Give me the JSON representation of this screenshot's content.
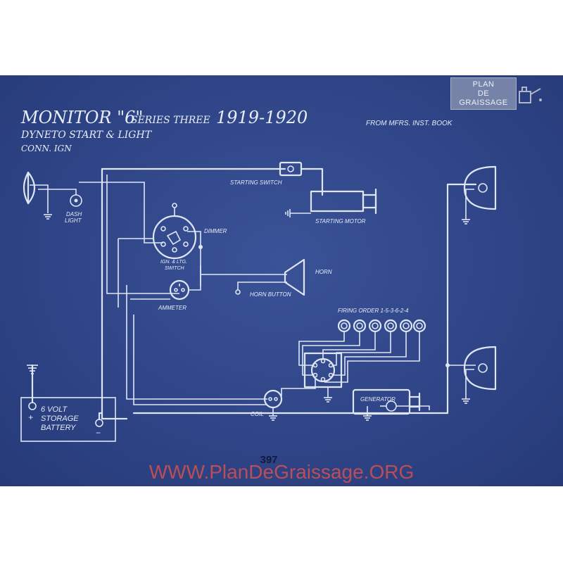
{
  "header": {
    "model": "MONITOR \"6\"",
    "series": "SERIES THREE",
    "years": "1919-1920",
    "system": "DYNETO START & LIGHT",
    "ignition": "CONN. IGN",
    "source": "FROM MFRS. INST. BOOK"
  },
  "labels": {
    "dash_light": "DASH",
    "dash_light_2": "LIGHT",
    "starting_switch": "STARTING SWITCH",
    "starting_motor": "STARTING MOTOR",
    "dimmer": "DIMMER",
    "ign_switch": "IGN. & LTG.",
    "ign_switch_2": "SWITCH",
    "horn": "HORN",
    "horn_button": "HORN BUTTON",
    "ammeter": "AMMETER",
    "firing_order": "FIRING ORDER 1-5-3-6-2-4",
    "generator": "GENERATOR",
    "coil": "COIL",
    "battery_1": "6 VOLT",
    "battery_2": "STORAGE",
    "battery_3": "BATTERY",
    "battery_plus": "+",
    "battery_minus": "−"
  },
  "logo": {
    "line1": "PLAN",
    "line2": "DE",
    "line3": "GRAISSAGE"
  },
  "page_number": "397",
  "watermark": "WWW.PlanDeGraissage.ORG"
}
